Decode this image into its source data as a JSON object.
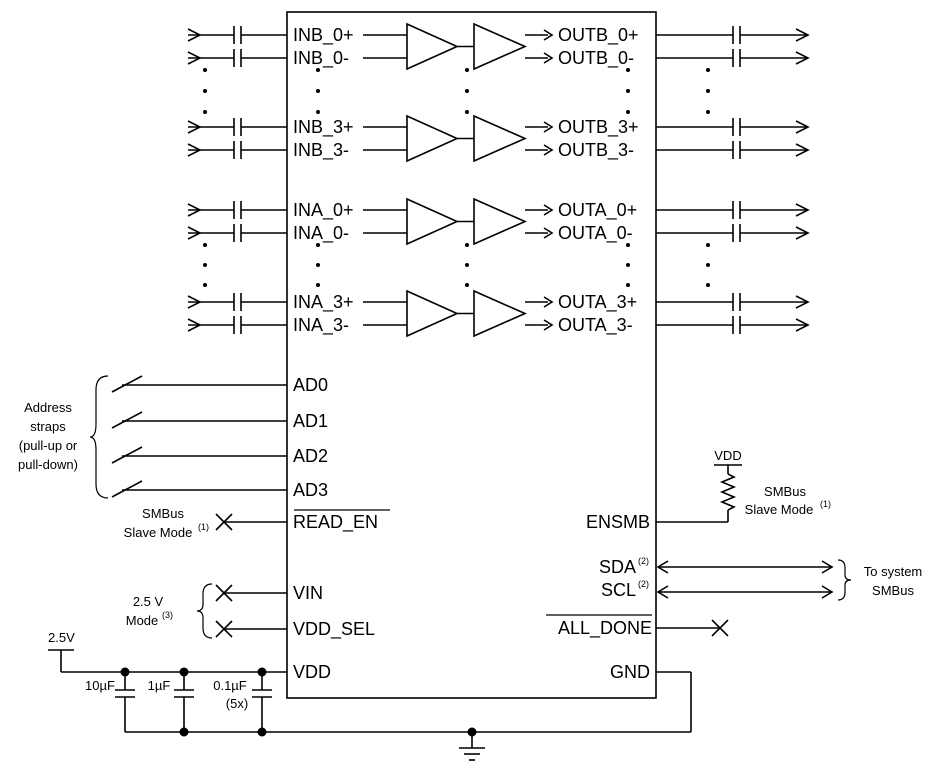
{
  "colors": {
    "line": "#000000",
    "background": "#ffffff"
  },
  "channels": [
    {
      "in_p": "INB_0+",
      "in_n": "INB_0-",
      "out_p": "OUTB_0+",
      "out_n": "OUTB_0-"
    },
    {
      "in_p": "INB_3+",
      "in_n": "INB_3-",
      "out_p": "OUTB_3+",
      "out_n": "OUTB_3-"
    },
    {
      "in_p": "INA_0+",
      "in_n": "INA_0-",
      "out_p": "OUTA_0+",
      "out_n": "OUTA_0-"
    },
    {
      "in_p": "INA_3+",
      "in_n": "INA_3-",
      "out_p": "OUTA_3+",
      "out_n": "OUTA_3-"
    }
  ],
  "left_pins": {
    "ad0": "AD0",
    "ad1": "AD1",
    "ad2": "AD2",
    "ad3": "AD3",
    "read_en": "READ_EN",
    "vin": "VIN",
    "vdd_sel": "VDD_SEL",
    "vdd": "VDD"
  },
  "right_pins": {
    "ensmb": "ENSMB",
    "sda": "SDA",
    "sda_note": "(2)",
    "scl": "SCL",
    "scl_note": "(2)",
    "all_done": "ALL_DONE",
    "gnd": "GND"
  },
  "notes": {
    "address_straps": [
      "Address",
      "straps",
      "(pull-up or",
      "pull-down)"
    ],
    "smbus_left": [
      "SMBus",
      "Slave Mode"
    ],
    "smbus_left_note": "(1)",
    "smbus_right": [
      "SMBus",
      "Slave Mode"
    ],
    "smbus_right_note": "(1)",
    "vdd_pullup": "VDD",
    "mode_2v5": [
      "2.5 V",
      "Mode"
    ],
    "mode_2v5_note": "(3)",
    "to_system": [
      "To system",
      "SMBus"
    ],
    "supply": "2.5V",
    "cap1": "10µF",
    "cap2": "1µF",
    "cap3": "0.1µF",
    "cap3_count": "(5x)"
  }
}
